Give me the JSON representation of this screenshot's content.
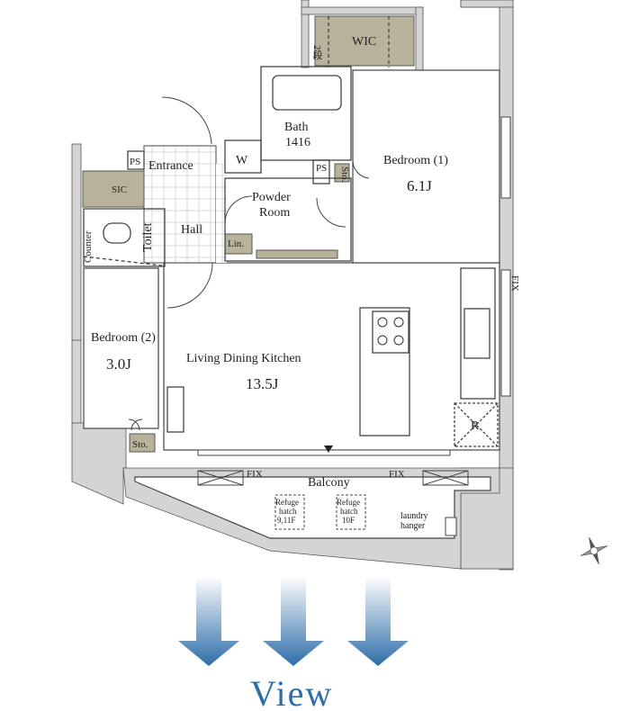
{
  "rooms": {
    "wic": "WIC",
    "wic_shelf": "2段",
    "bath": "Bath",
    "bath_size": "1416",
    "entrance": "Entrance",
    "ps_top": "PS",
    "w": "W",
    "ps_mid": "PS",
    "sto_mid": "Sto.",
    "bedroom1": "Bedroom (1)",
    "bedroom1_size": "6.1J",
    "sic": "SIC",
    "powder": "Powder",
    "powder2": "Room",
    "counter": "Counter",
    "toilet": "Toilet",
    "hall": "Hall",
    "lin": "Lin.",
    "bedroom2": "Bedroom (2)",
    "bedroom2_size": "3.0J",
    "ldk": "Living Dining Kitchen",
    "ldk_size": "13.5J",
    "fix_right": "FIX",
    "r": "R",
    "sto_bottom": "Sto.",
    "fix_left": "FIX",
    "fix_mid": "FIX",
    "balcony": "Balcony",
    "refuge1_a": "Refuge",
    "refuge1_b": "hatch",
    "refuge1_c": "9,11F",
    "refuge2_a": "Refuge",
    "refuge2_b": "hatch",
    "refuge2_c": "10F",
    "laundry_a": "laundry",
    "laundry_b": "hanger"
  },
  "view_label": "View",
  "colors": {
    "wall": "#d4d4d4",
    "storage": "#b9b29a",
    "arrow_top": "#ffffff",
    "arrow_bottom": "#2e6da8",
    "view_text": "#2e6da8"
  },
  "icons": [
    "compass-rose-icon",
    "stove-burners-icon",
    "view-arrow-icon"
  ]
}
